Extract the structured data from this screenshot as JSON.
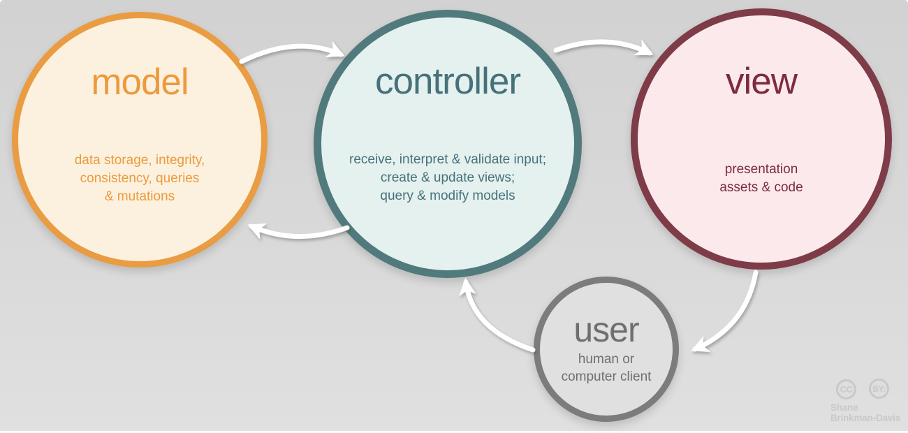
{
  "canvas": {
    "background_top": "#d2d2d2",
    "background_bottom": "#e0e0e0"
  },
  "nodes": {
    "model": {
      "title": "model",
      "lines": [
        "data storage, integrity,",
        "consistency, queries",
        "& mutations"
      ],
      "border_color": "#e99c42",
      "fill_color": "#fcf1de",
      "text_color": "#ec9a3e"
    },
    "controller": {
      "title": "controller",
      "lines": [
        "receive, interpret & validate input;",
        "create & update views;",
        "query & modify models"
      ],
      "border_color": "#507a7c",
      "fill_color": "#e4f1ef",
      "text_color": "#47717a"
    },
    "view": {
      "title": "view",
      "lines": [
        "presentation",
        "assets & code"
      ],
      "border_color": "#7e3b48",
      "fill_color": "#fce9ec",
      "text_color": "#7c2c3d"
    },
    "user": {
      "title": "user",
      "lines": [
        "human or",
        "computer client"
      ],
      "border_color": "#7c7c7c",
      "fill_color": "#e0e0e0",
      "text_color": "#6f6f6f"
    }
  },
  "arrows": {
    "color": "#ffffff",
    "connections": [
      "model-to-controller",
      "controller-to-view",
      "view-to-user",
      "user-to-controller",
      "controller-to-model"
    ]
  },
  "attribution": {
    "cc_badge": "CC",
    "by_badge": "BY:",
    "name_line1": "Shane",
    "name_line2": "Brinkman-Davis",
    "color": "#c9c9c9"
  }
}
